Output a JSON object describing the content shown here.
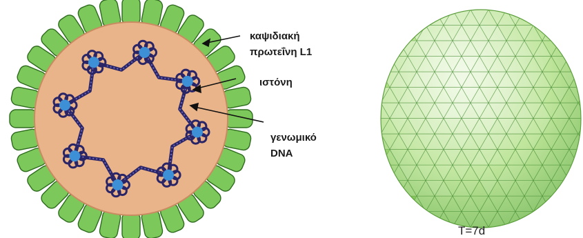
{
  "labels": {
    "capsid_protein_line1": "καψιδιακή",
    "capsid_protein_line2": "πρωτεΐνη L1",
    "histone": "ιστόνη",
    "genomic_dna_line1": "γενωμικό",
    "genomic_dna_line2": "DNA",
    "triangulation_caption": "T=7d"
  },
  "virion_cross_section": {
    "capsomere_count": 32,
    "nucleosome_count": 8
  },
  "colors": {
    "capsomere_fill": "#7cc85a",
    "capsomere_stroke": "#2e6b1e",
    "interior_fill": "#eab48a",
    "interior_stroke": "#c98c62",
    "dna_color": "#2a2566",
    "histone_core": "#3d8fd6",
    "shell_light": "#dff2c8",
    "shell_mid": "#a8dc78",
    "shell_dark": "#5fae3c"
  }
}
